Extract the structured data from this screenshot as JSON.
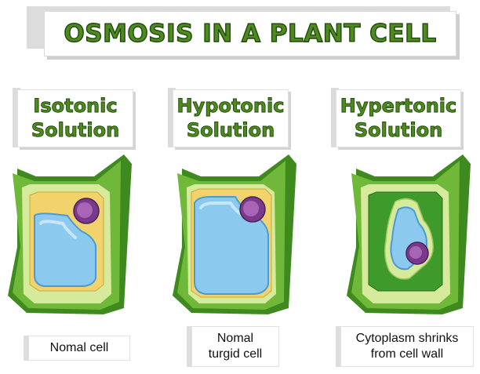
{
  "title": "OSMOSIS IN A PLANT CELL",
  "panels": [
    {
      "heading_line1": "Isotonic",
      "heading_line2": "Solution",
      "caption_line1": "Nomal cell",
      "caption_line2": ""
    },
    {
      "heading_line1": "Hypotonic",
      "heading_line2": "Solution",
      "caption_line1": "Nomal",
      "caption_line2": "turgid cell"
    },
    {
      "heading_line1": "Hypertonic",
      "heading_line2": "Solution",
      "caption_line1": "Cytoplasm shrinks",
      "caption_line2": "from cell wall"
    }
  ],
  "colors": {
    "title_fill": "#4e8a1e",
    "title_outline": "#1e4a0a",
    "cell_wall_dark": "#3f8a1e",
    "cell_wall_light": "#d6ea9c",
    "cytoplasm": "#f2d36b",
    "vacuole": "#8cc9ee",
    "nucleus": "#7a3a8c",
    "hypertonic_fluid": "#3f9a2c"
  }
}
